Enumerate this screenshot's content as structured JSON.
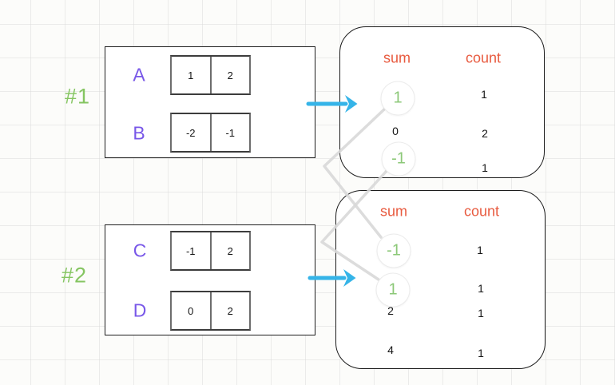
{
  "examples": [
    {
      "label": "#1",
      "arrays": [
        {
          "name": "A",
          "values": [
            "1",
            "2"
          ]
        },
        {
          "name": "B",
          "values": [
            "-2",
            "-1"
          ]
        }
      ],
      "table": {
        "sum_header": "sum",
        "count_header": "count",
        "rows": [
          {
            "sum": "1",
            "count": "1",
            "highlighted": true
          },
          {
            "sum": "0",
            "count": "2",
            "highlighted": false
          },
          {
            "sum": "-1",
            "count": "1",
            "highlighted": true
          }
        ]
      }
    },
    {
      "label": "#2",
      "arrays": [
        {
          "name": "C",
          "values": [
            "-1",
            "2"
          ]
        },
        {
          "name": "D",
          "values": [
            "0",
            "2"
          ]
        }
      ],
      "table": {
        "sum_header": "sum",
        "count_header": "count",
        "rows": [
          {
            "sum": "-1",
            "count": "1",
            "highlighted": true
          },
          {
            "sum": "1",
            "count": "1",
            "highlighted": true
          },
          {
            "sum": "2",
            "count": "1",
            "highlighted": false
          },
          {
            "sum": "4",
            "count": "1",
            "highlighted": false
          }
        ]
      }
    }
  ],
  "connections": [
    {
      "from_example": "#1",
      "from_sum": "1",
      "to_example": "#2",
      "to_sum": "-1"
    },
    {
      "from_example": "#1",
      "from_sum": "-1",
      "to_example": "#2",
      "to_sum": "1"
    }
  ],
  "colors": {
    "example_label_green": "#85c561",
    "array_name_purple": "#7857e8",
    "table_header_orange": "#e85b40",
    "highlighted_value_green": "#8cc878",
    "arrow_blue": "#35b4e8",
    "connector_gray": "#d8d8d8"
  }
}
